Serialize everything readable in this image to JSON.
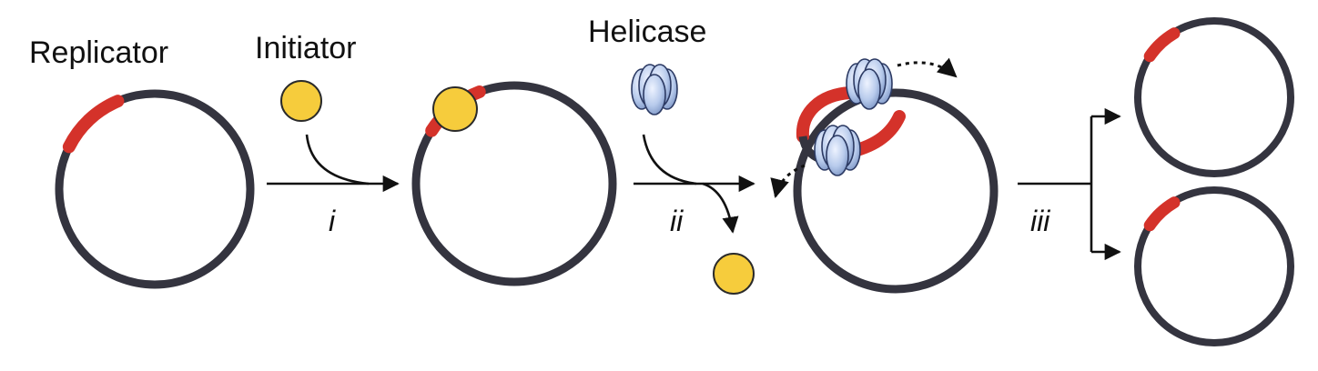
{
  "labels": {
    "replicator": "Replicator",
    "initiator": "Initiator",
    "helicase": "Helicase"
  },
  "steps": [
    "i",
    "ii",
    "iii"
  ],
  "colors": {
    "dna": "#34343f",
    "replicator_origin": "#d4322a",
    "initiator": "#f6cc3c",
    "helicase": "#b8cbec",
    "arrow": "#111111"
  }
}
